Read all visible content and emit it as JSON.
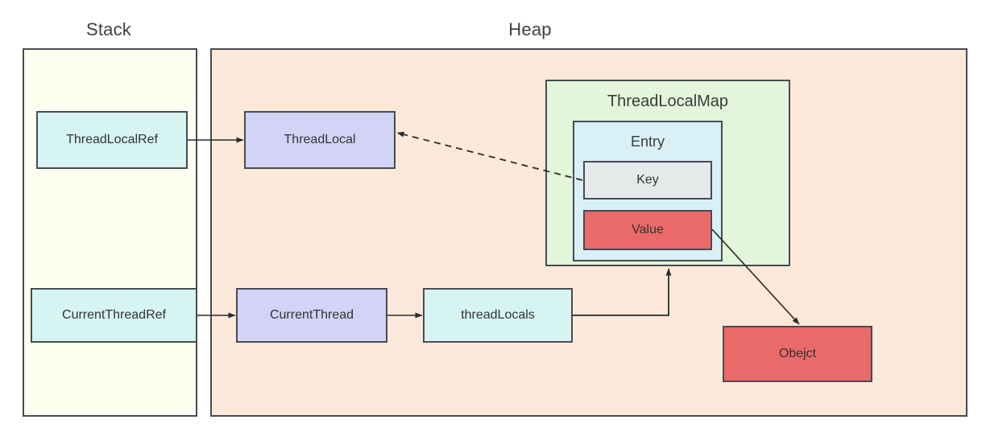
{
  "regions": [
    {
      "name": "stack",
      "title": "Stack"
    },
    {
      "name": "heap",
      "title": "Heap"
    }
  ],
  "stack": {
    "title": "Stack",
    "nodes": [
      {
        "id": "thread-local-ref",
        "label": "ThreadLocalRef"
      },
      {
        "id": "current-thread-ref",
        "label": "CurrentThreadRef"
      }
    ]
  },
  "heap": {
    "title": "Heap",
    "nodes": [
      {
        "id": "thread-local",
        "label": "ThreadLocal"
      },
      {
        "id": "current-thread",
        "label": "CurrentThread"
      },
      {
        "id": "thread-locals",
        "label": "threadLocals"
      },
      {
        "id": "object",
        "label": "Obejct"
      }
    ],
    "thread_local_map": {
      "label": "ThreadLocalMap",
      "entry": {
        "label": "Entry",
        "fields": [
          {
            "id": "key",
            "label": "Key"
          },
          {
            "id": "value",
            "label": "Value"
          }
        ]
      }
    }
  },
  "edges": [
    {
      "id": "ref-to-threadlocal",
      "from": "ThreadLocalRef",
      "to": "ThreadLocal",
      "style": "solid"
    },
    {
      "id": "key-to-threadlocal",
      "from": "Key",
      "to": "ThreadLocal",
      "style": "dashed"
    },
    {
      "id": "threadref-to-thread",
      "from": "CurrentThreadRef",
      "to": "CurrentThread",
      "style": "solid"
    },
    {
      "id": "thread-to-threadlocals",
      "from": "CurrentThread",
      "to": "threadLocals",
      "style": "solid"
    },
    {
      "id": "threadlocals-to-map",
      "from": "threadLocals",
      "to": "ThreadLocalMap",
      "style": "solid"
    },
    {
      "id": "value-to-object",
      "from": "Value",
      "to": "Obejct",
      "style": "solid"
    }
  ],
  "colors": {
    "stack_bg": "#fdfdf0",
    "heap_bg": "#fce9da",
    "cyan": "#d6f4f2",
    "purple": "#d3d3f7",
    "green": "#e3f5da",
    "blue": "#d8f0f6",
    "gray": "#e6e9ea",
    "red": "#ea6a6a",
    "stroke": "#4a4a52",
    "text": "#333333",
    "background": "#ffffff"
  }
}
